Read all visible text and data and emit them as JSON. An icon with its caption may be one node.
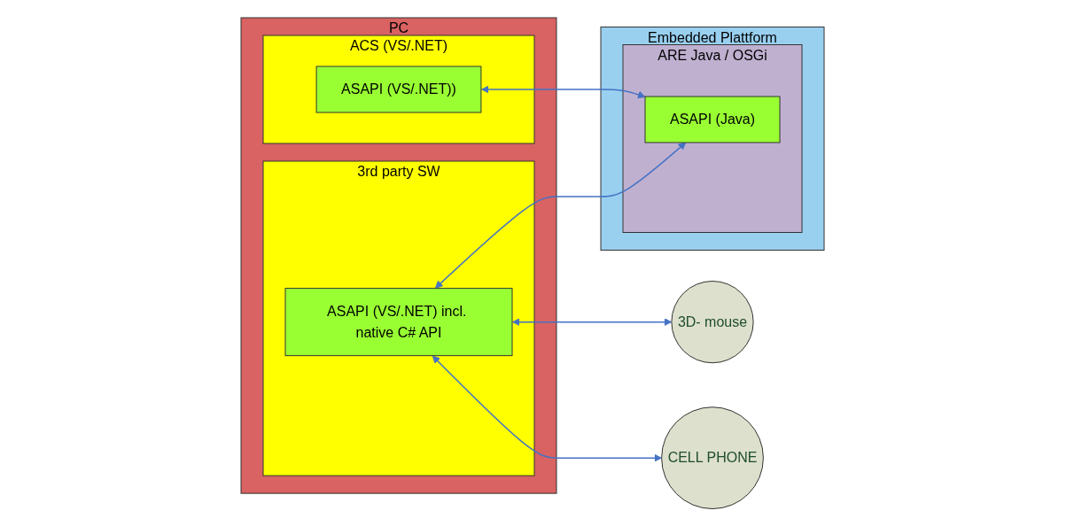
{
  "diagram": {
    "nodes": [
      {
        "text": [
          "PC"
        ]
      },
      {
        "text": [
          "ACS (VS/.NET)"
        ],
        "in": 0
      },
      {
        "text": [
          "ASAPI (VS/.NET))"
        ],
        "in": 1
      },
      {
        "text": [
          "3rd party SW"
        ],
        "in": 0
      },
      {
        "text": [
          "ASAPI (VS/.NET) incl. native C# API"
        ],
        "in": 3
      },
      {
        "text": [
          "Embedded Plattform"
        ]
      },
      {
        "text": [
          "ARE Java / OSGi"
        ],
        "in": 5
      },
      {
        "text": [
          "ASAPI (Java)"
        ],
        "in": 6
      },
      {
        "text": [
          "3D- mouse"
        ]
      },
      {
        "text": [
          "CELL PHONE"
        ]
      }
    ],
    "edges": [
      {
        "from": 2,
        "to": 7,
        "arrow": "both"
      },
      {
        "from": 4,
        "to": 7,
        "arrow": "both"
      },
      {
        "from": 4,
        "to": 8,
        "arrow": "both"
      },
      {
        "from": 4,
        "to": 9,
        "arrow": "both"
      }
    ]
  }
}
